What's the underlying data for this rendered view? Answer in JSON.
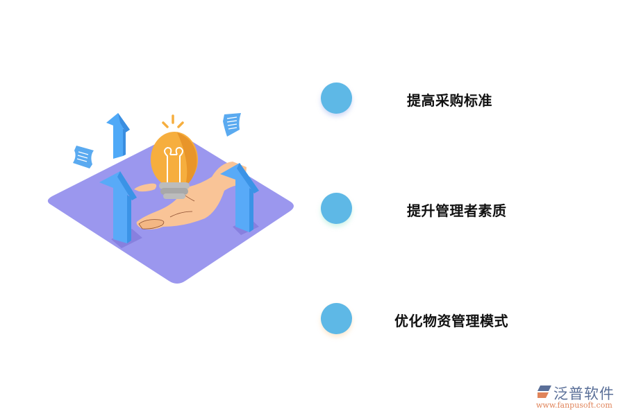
{
  "list": {
    "items": [
      {
        "label": "提高采购标准"
      },
      {
        "label": "提升管理者素质"
      },
      {
        "label": "优化物资管理模式"
      }
    ],
    "bullet_color": "#5eb8e6"
  },
  "illustration": {
    "description": "Isometric purple platform with a hand holding a lightbulb, upward arrows and floating documents",
    "colors": {
      "platform": "#9b97ee",
      "arrow": "#4fa9f7",
      "bulb": "#f6ae3e",
      "hand": "#f9c497",
      "document": "#5aaaf0"
    }
  },
  "logo": {
    "name": "泛普软件",
    "url": "www.fanpusoft.com"
  }
}
